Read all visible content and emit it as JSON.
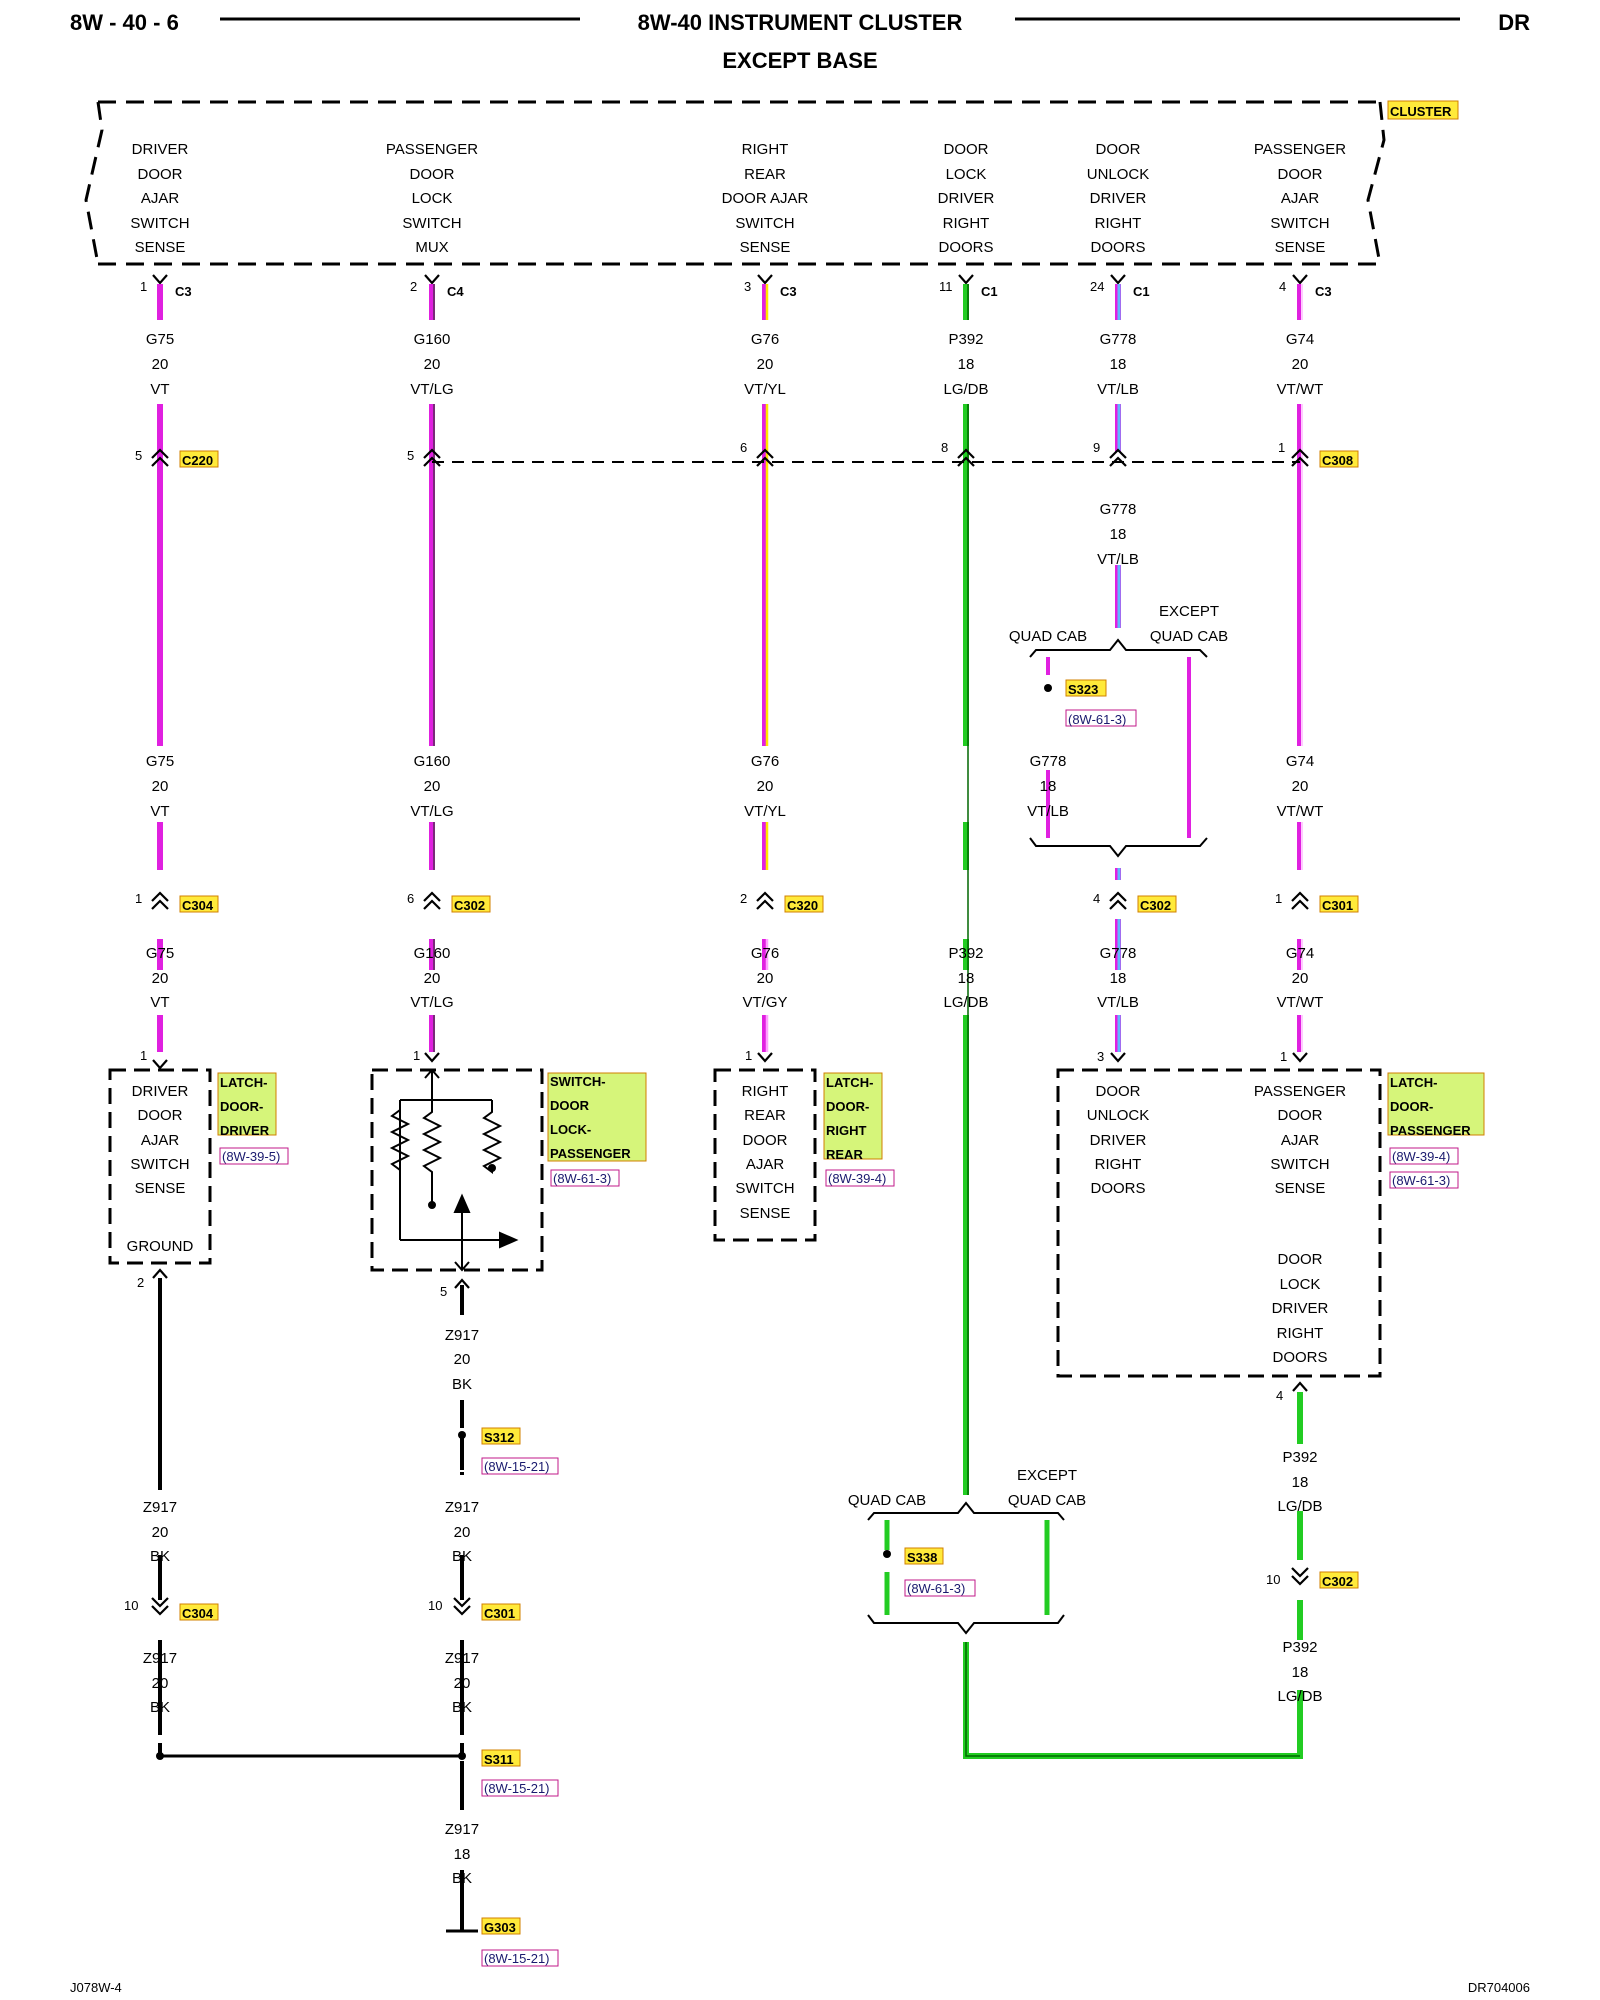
{
  "header": {
    "page_id": "8W - 40 - 6",
    "title": "8W-40 INSTRUMENT CLUSTER",
    "subtitle": "EXCEPT BASE",
    "region": "DR"
  },
  "footer": {
    "left": "J078W-4",
    "right": "DR704006"
  },
  "colors": {
    "violet": "#e020e0",
    "light_green": "#22cc22",
    "light_blue": "#5fb8ff",
    "yellow": "#ffe400",
    "black": "#000000",
    "connector_fill": "#ffea3a",
    "component_fill": "#d6f57a",
    "ref_border": "#c01a8a"
  },
  "cluster": {
    "name": "CLUSTER",
    "functions": [
      [
        "DRIVER",
        "DOOR",
        "AJAR",
        "SWITCH",
        "SENSE"
      ],
      [
        "PASSENGER",
        "DOOR",
        "LOCK",
        "SWITCH",
        "MUX"
      ],
      [
        "RIGHT",
        "REAR",
        "DOOR AJAR",
        "SWITCH",
        "SENSE"
      ],
      [
        "DOOR",
        "LOCK",
        "DRIVER",
        "RIGHT",
        "DOORS"
      ],
      [
        "DOOR",
        "UNLOCK",
        "DRIVER",
        "RIGHT",
        "DOORS"
      ],
      [
        "PASSENGER",
        "DOOR",
        "AJAR",
        "SWITCH",
        "SENSE"
      ]
    ],
    "pins": [
      {
        "pin": "1",
        "conn": "C3"
      },
      {
        "pin": "2",
        "conn": "C4"
      },
      {
        "pin": "3",
        "conn": "C3"
      },
      {
        "pin": "11",
        "conn": "C1"
      },
      {
        "pin": "24",
        "conn": "C1"
      },
      {
        "pin": "4",
        "conn": "C3"
      }
    ]
  },
  "wires": {
    "g75": [
      "G75",
      "20",
      "VT"
    ],
    "g160": [
      "G160",
      "20",
      "VT/LG"
    ],
    "g76": [
      "G76",
      "20",
      "VT/YL"
    ],
    "g76b": [
      "G76",
      "20",
      "VT/GY"
    ],
    "p392": [
      "P392",
      "18",
      "LG/DB"
    ],
    "g778": [
      "G778",
      "18",
      "VT/LB"
    ],
    "g74": [
      "G74",
      "20",
      "VT/WT"
    ],
    "z917": [
      "Z917",
      "20",
      "BK"
    ],
    "z917b": [
      "Z917",
      "18",
      "BK"
    ]
  },
  "connectors": {
    "c220": {
      "name": "C220",
      "pin": "5"
    },
    "c308_p5": "5",
    "c308_p6": "6",
    "c308_p8": "8",
    "c308_p9": "9",
    "c308": {
      "name": "C308",
      "pin": "1"
    },
    "c304_1": {
      "name": "C304",
      "pin": "1"
    },
    "c302_6": {
      "name": "C302",
      "pin": "6"
    },
    "c320": {
      "name": "C320",
      "pin": "2"
    },
    "c302_4": {
      "name": "C302",
      "pin": "4"
    },
    "c301_1": {
      "name": "C301",
      "pin": "1"
    },
    "c304_10": {
      "name": "C304",
      "pin": "10"
    },
    "c301_10": {
      "name": "C301",
      "pin": "10"
    },
    "c302_10": {
      "name": "C302",
      "pin": "10"
    }
  },
  "branches": {
    "quad_cab": "QUAD CAB",
    "except": "EXCEPT",
    "except_qc": "QUAD CAB"
  },
  "splices": {
    "s323": {
      "name": "S323",
      "ref": "(8W-61-3)"
    },
    "s312": {
      "name": "S312",
      "ref": "(8W-15-21)"
    },
    "s311": {
      "name": "S311",
      "ref": "(8W-15-21)"
    },
    "s338": {
      "name": "S338",
      "ref": "(8W-61-3)"
    },
    "g303": {
      "name": "G303",
      "ref": "(8W-15-21)"
    }
  },
  "components": {
    "latch_driver": {
      "name": [
        "LATCH-",
        "DOOR-",
        "DRIVER"
      ],
      "ref": [
        "(8W-39-5)"
      ],
      "text": [
        "DRIVER",
        "DOOR",
        "AJAR",
        "SWITCH",
        "SENSE"
      ],
      "ground": "GROUND",
      "pin_top": "1",
      "pin_bottom": "2"
    },
    "switch_lock": {
      "name": [
        "SWITCH-",
        "DOOR",
        "LOCK-",
        "PASSENGER"
      ],
      "ref": [
        "(8W-61-3)"
      ],
      "pin_top": "1",
      "pin_bottom": "5"
    },
    "latch_rear": {
      "name": [
        "LATCH-",
        "DOOR-",
        "RIGHT",
        "REAR"
      ],
      "ref": [
        "(8W-39-4)"
      ],
      "text": [
        "RIGHT",
        "REAR",
        "DOOR",
        "AJAR",
        "SWITCH",
        "SENSE"
      ],
      "pin_top": "1"
    },
    "latch_pass": {
      "name": [
        "LATCH-",
        "DOOR-",
        "PASSENGER"
      ],
      "ref": [
        "(8W-39-4)",
        "(8W-61-3)"
      ],
      "text_left": [
        "DOOR",
        "UNLOCK",
        "DRIVER",
        "RIGHT",
        "DOORS"
      ],
      "text_right": [
        "PASSENGER",
        "DOOR",
        "AJAR",
        "SWITCH",
        "SENSE"
      ],
      "text_lower": [
        "DOOR",
        "LOCK",
        "DRIVER",
        "RIGHT",
        "DOORS"
      ],
      "pin_3": "3",
      "pin_1": "1",
      "pin_4": "4"
    }
  }
}
